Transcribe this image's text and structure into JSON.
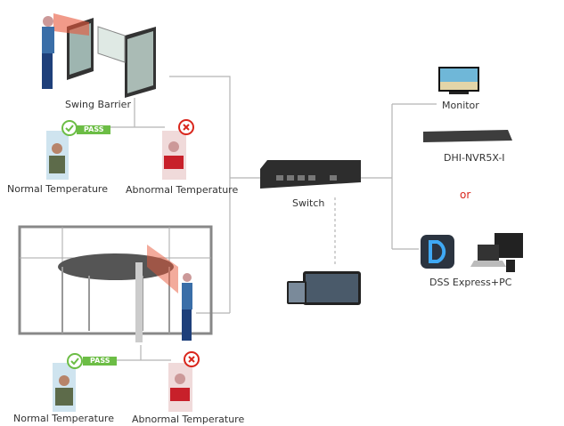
{
  "labels": {
    "swing_barrier": "Swing Barrier",
    "normal_temp_top": "Normal Temperature",
    "abnormal_temp_top": "Abnormal Temperature",
    "normal_temp_bottom": "Normal Temperature",
    "abnormal_temp_bottom": "Abnormal Temperature",
    "switch": "Switch",
    "monitor": "Monitor",
    "nvr": "DHI-NVR5X-I",
    "or": "or",
    "dss": "DSS Express+PC",
    "pass_top": "PASS",
    "pass_bottom": "PASS"
  },
  "colors": {
    "line": "#b5b5b5",
    "pass": "#6cbd45",
    "ok": "#6cbd45",
    "fail": "#d9261c",
    "or": "#d9261c"
  }
}
